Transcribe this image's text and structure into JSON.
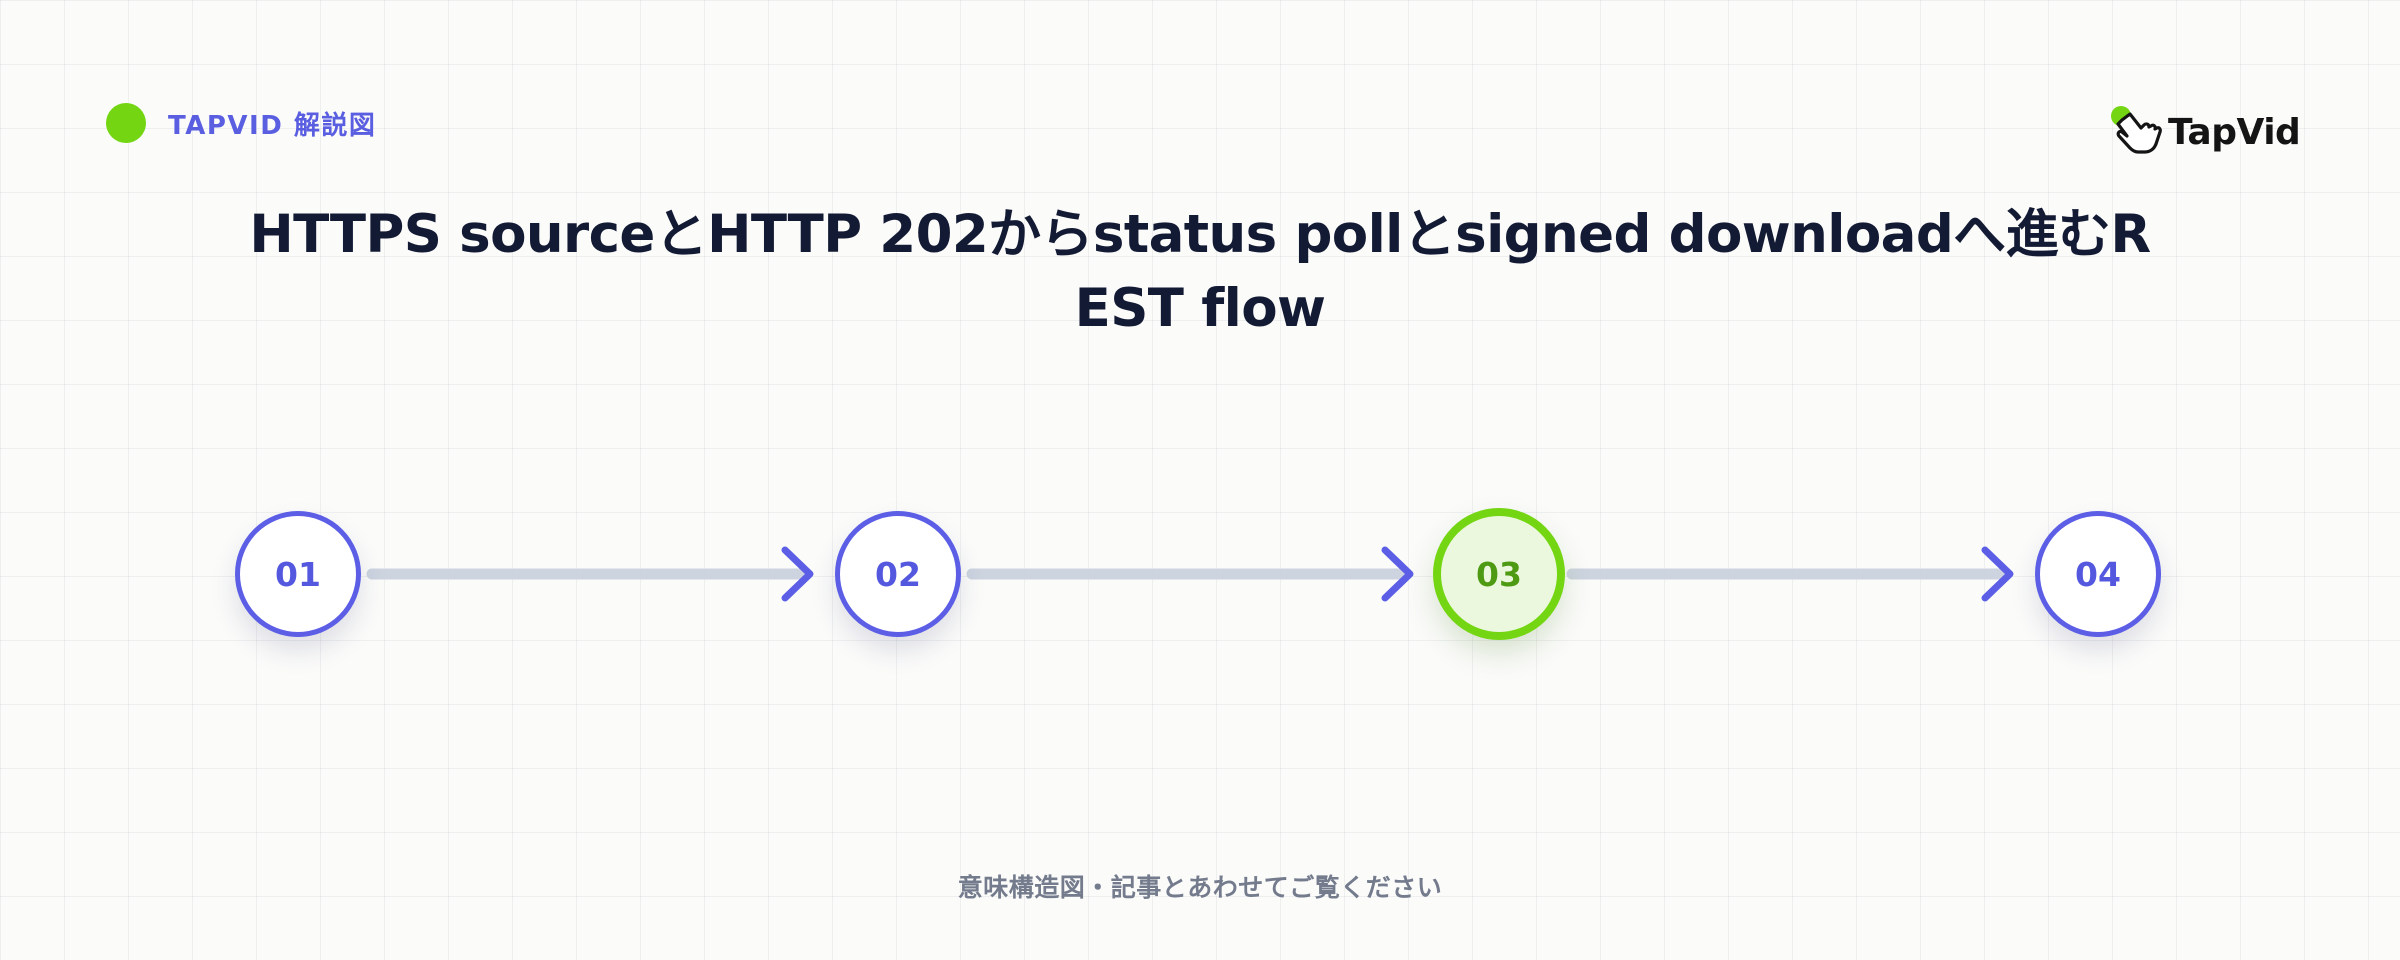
{
  "header": {
    "tag": "TAPVID 解説図",
    "logo_text": "TapVid",
    "logo_icon": "pointing-hand-icon",
    "accent_color": "#74d613",
    "brand_color": "#5a5ee0"
  },
  "title": {
    "line1": "HTTPS sourceとHTTP 202からstatus pollとsigned downloadへ進むR",
    "line2": "EST flow"
  },
  "flow": {
    "steps": [
      {
        "label": "01",
        "state": "default"
      },
      {
        "label": "02",
        "state": "default"
      },
      {
        "label": "03",
        "state": "active"
      },
      {
        "label": "04",
        "state": "default"
      }
    ],
    "connector_color": "#cdd4e0",
    "arrowhead_color": "#5c5fe6",
    "active_color": "#74d613"
  },
  "footer": {
    "note": "意味構造図・記事とあわせてご覧ください"
  }
}
